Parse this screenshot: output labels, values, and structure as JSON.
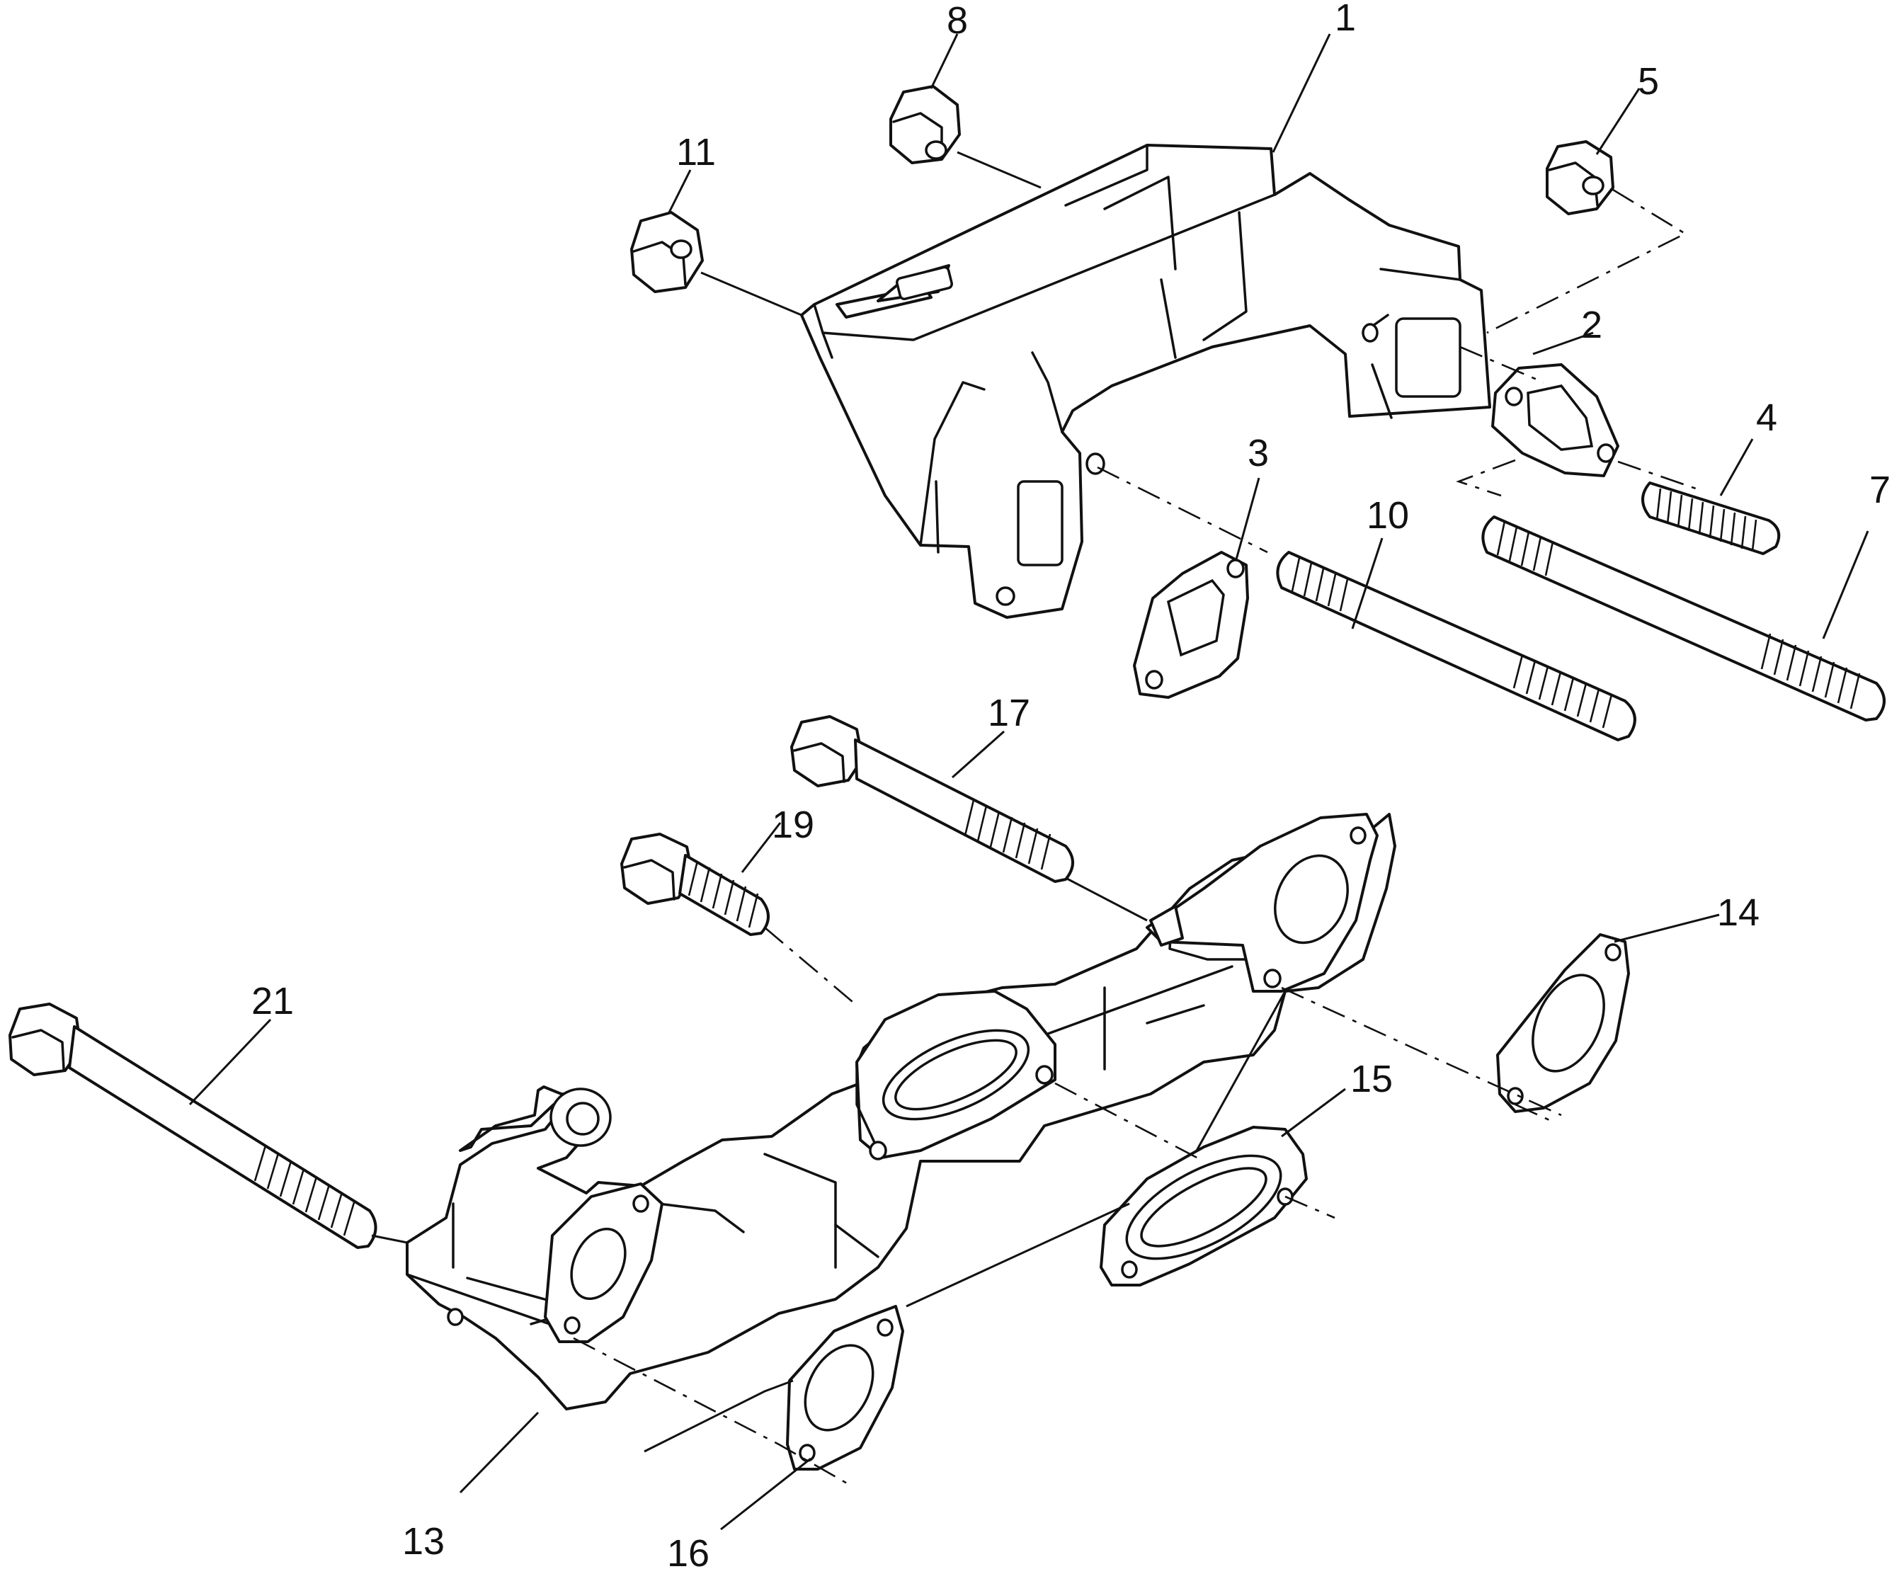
{
  "diagram": {
    "callouts": [
      {
        "id": "c1",
        "text": "1"
      },
      {
        "id": "c2",
        "text": "2"
      },
      {
        "id": "c3",
        "text": "3"
      },
      {
        "id": "c4",
        "text": "4"
      },
      {
        "id": "c5",
        "text": "5"
      },
      {
        "id": "c7",
        "text": "7"
      },
      {
        "id": "c8",
        "text": "8"
      },
      {
        "id": "c10",
        "text": "10"
      },
      {
        "id": "c11",
        "text": "11"
      },
      {
        "id": "c13",
        "text": "13"
      },
      {
        "id": "c14",
        "text": "14"
      },
      {
        "id": "c15",
        "text": "15"
      },
      {
        "id": "c16",
        "text": "16"
      },
      {
        "id": "c17",
        "text": "17"
      },
      {
        "id": "c19",
        "text": "19"
      },
      {
        "id": "c21",
        "text": "21"
      }
    ]
  }
}
